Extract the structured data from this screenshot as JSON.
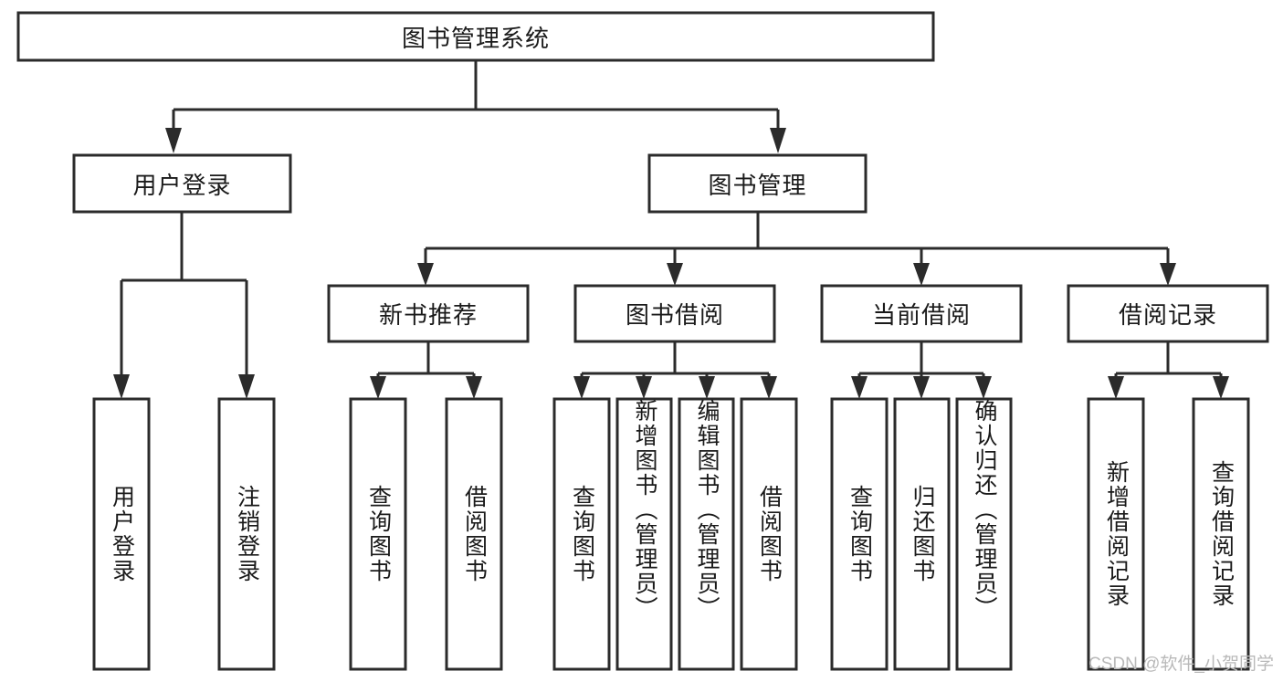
{
  "diagram": {
    "type": "tree-hierarchy-flowchart",
    "title": "图书管理系统",
    "levels": 4,
    "root": {
      "id": "root",
      "label": "图书管理系统",
      "orientation": "horizontal"
    },
    "level2": [
      {
        "id": "user-login",
        "label": "用户登录",
        "orientation": "horizontal"
      },
      {
        "id": "book-manage",
        "label": "图书管理",
        "orientation": "horizontal"
      }
    ],
    "level3": [
      {
        "id": "new-book-recommend",
        "label": "新书推荐",
        "orientation": "horizontal",
        "parent": "book-manage"
      },
      {
        "id": "book-borrow",
        "label": "图书借阅",
        "orientation": "horizontal",
        "parent": "book-manage"
      },
      {
        "id": "current-borrow",
        "label": "当前借阅",
        "orientation": "horizontal",
        "parent": "book-manage"
      },
      {
        "id": "borrow-record",
        "label": "借阅记录",
        "orientation": "horizontal",
        "parent": "book-manage"
      }
    ],
    "leaves": {
      "user-login": [
        {
          "id": "leaf-user-login",
          "label": "用户登录",
          "orientation": "vertical"
        },
        {
          "id": "leaf-user-logout",
          "label": "注销登录",
          "orientation": "vertical"
        }
      ],
      "new-book-recommend": [
        {
          "id": "leaf-query-book-1",
          "label": "查询图书",
          "orientation": "vertical"
        },
        {
          "id": "leaf-borrow-book-1",
          "label": "借阅图书",
          "orientation": "vertical"
        }
      ],
      "book-borrow": [
        {
          "id": "leaf-query-book-2",
          "label": "查询图书",
          "orientation": "vertical"
        },
        {
          "id": "leaf-add-book",
          "label": "新增图书（管理员）",
          "orientation": "vertical"
        },
        {
          "id": "leaf-edit-book",
          "label": "编辑图书（管理员）",
          "orientation": "vertical"
        },
        {
          "id": "leaf-borrow-book-2",
          "label": "借阅图书",
          "orientation": "vertical"
        }
      ],
      "current-borrow": [
        {
          "id": "leaf-query-book-3",
          "label": "查询图书",
          "orientation": "vertical"
        },
        {
          "id": "leaf-return-book",
          "label": "归还图书",
          "orientation": "vertical"
        },
        {
          "id": "leaf-confirm-return",
          "label": "确认归还（管理员）",
          "orientation": "vertical"
        }
      ],
      "borrow-record": [
        {
          "id": "leaf-add-record",
          "label": "新增借阅记录",
          "orientation": "vertical"
        },
        {
          "id": "leaf-query-record",
          "label": "查询借阅记录",
          "orientation": "vertical"
        }
      ]
    },
    "colors": {
      "background": "#ffffff",
      "box_fill": "#ffffff",
      "box_stroke": "#2b2b2b",
      "connector": "#2b2b2b",
      "text": "#1a1a1a",
      "watermark": "#b9b9b9"
    }
  },
  "watermark": {
    "text": "CSDN @软件_小贺同学"
  }
}
